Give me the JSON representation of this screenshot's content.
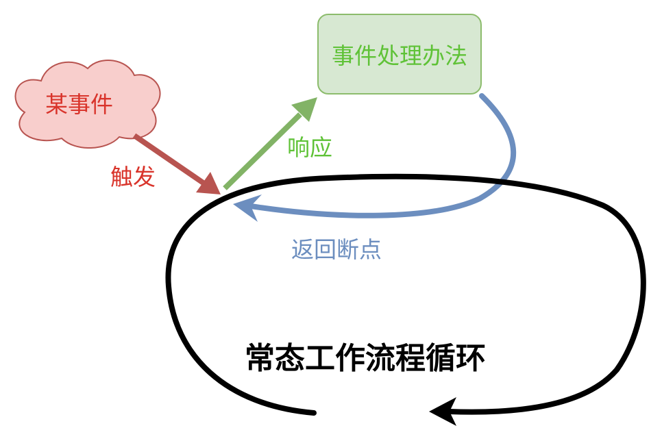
{
  "nodes": {
    "event": "某事件",
    "handler": "事件处理办法"
  },
  "edges": {
    "trigger": "触发",
    "respond": "响应",
    "return": "返回断点"
  },
  "loop_label": "常态工作流程循环",
  "colors": {
    "event_fill": "#f8cecc",
    "event_stroke": "#b85450",
    "event_text": "#d9342b",
    "handler_fill": "#d7e8d2",
    "handler_stroke": "#8cbc6c",
    "handler_text": "#5fc237",
    "trigger_arrow": "#b85450",
    "respond_arrow": "#82b366",
    "return_arrow": "#6c8ebf",
    "return_text": "#6c8ebf",
    "loop_stroke": "#000000"
  }
}
